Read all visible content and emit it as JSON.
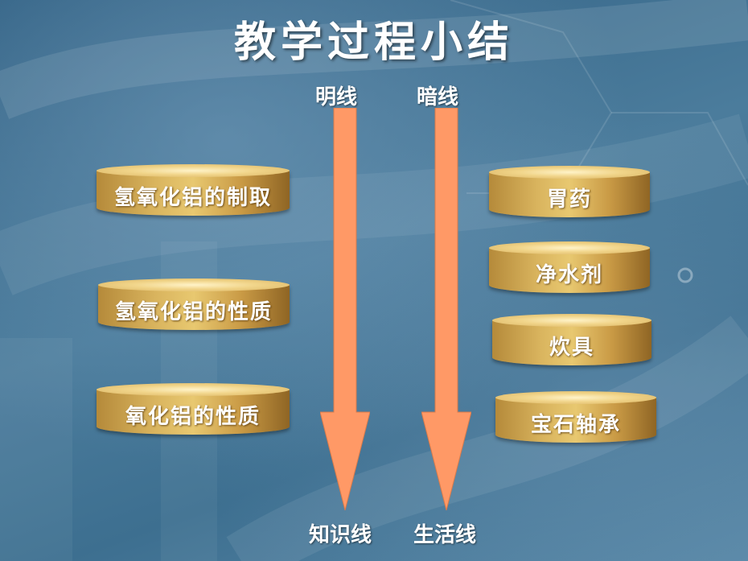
{
  "title": "教学过程小结",
  "lines": {
    "explicit_top": "明线",
    "implicit_top": "暗线",
    "explicit_bottom": "知识线",
    "implicit_bottom": "生活线"
  },
  "knowledge_items": [
    "氢氧化铝的制取",
    "氢氧化铝的性质",
    "氧化铝的性质"
  ],
  "life_items": [
    "胃药",
    "净水剂",
    "炊具",
    "宝石轴承"
  ],
  "colors": {
    "arrow": "#ff9966",
    "disc_gold": "#d9b45e",
    "background": "#3f6f8f"
  }
}
